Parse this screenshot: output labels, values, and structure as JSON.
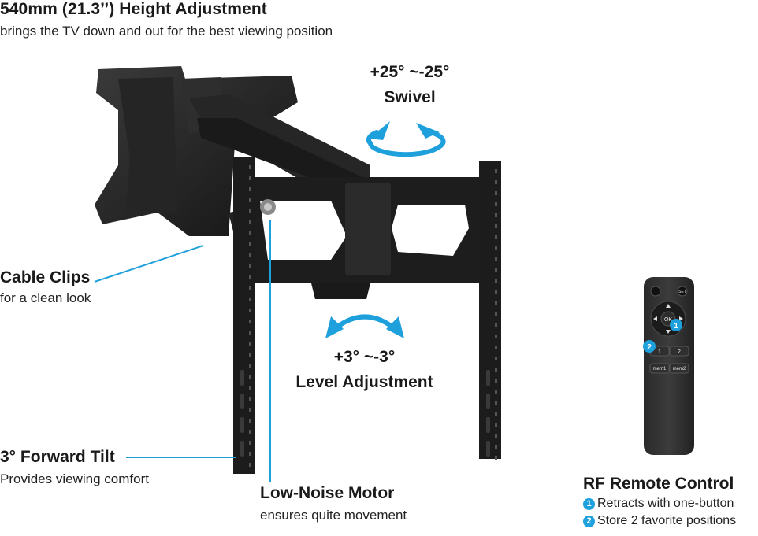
{
  "height": {
    "title": "540mm (21.3’’) Height Adjustment",
    "subtitle": "brings the TV down and out for the best viewing position"
  },
  "swivel": {
    "range": "+25° ~-25°",
    "label": "Swivel"
  },
  "level": {
    "range": "+3° ~-3°",
    "label": "Level Adjustment"
  },
  "cable_clips": {
    "title": "Cable Clips",
    "subtitle": "for a clean look"
  },
  "tilt": {
    "title": "3° Forward Tilt",
    "subtitle": "Provides viewing comfort"
  },
  "motor": {
    "title": "Low-Noise Motor",
    "subtitle": "ensures quite movement"
  },
  "remote": {
    "title": "RF Remote Control",
    "features": [
      {
        "num": "1",
        "text": "Retracts with one-button"
      },
      {
        "num": "2",
        "text": "Store 2 favorite positions"
      }
    ],
    "buttons": {
      "set": "SET",
      "ok": "OK",
      "one": "1",
      "two": "2",
      "mem1": "mem1",
      "mem2": "mem2"
    },
    "callout_1": "1",
    "callout_2": "2"
  },
  "colors": {
    "accent": "#1ea0dc",
    "mount": "#1c1c1c"
  }
}
